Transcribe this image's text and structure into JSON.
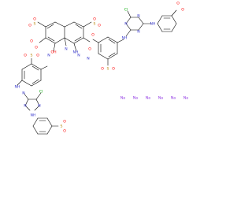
{
  "structure": {
    "colors": {
      "bond": "#000000",
      "oxygen": "#ff0000",
      "nitrogen": "#3333cc",
      "sulfur": "#b8860b",
      "chlorine": "#00aa00",
      "sodium": "#8a2be2"
    },
    "atom_labels": {
      "o1": "O",
      "o2": "O",
      "o3": "O",
      "o4": "O",
      "o5": "O",
      "o6": "O",
      "o7": "O",
      "o8": "O",
      "o9": "O",
      "o10": "O",
      "o11": "O",
      "o12": "O",
      "o13": "O",
      "o14": "O",
      "o15": "O",
      "o16": "O",
      "s1": "S",
      "s2": "S",
      "s3": "S",
      "s4": "S",
      "s5": "S",
      "n1": "N",
      "n2": "N",
      "n3": "N",
      "n4": "N",
      "n5": "N",
      "n6": "N",
      "n7": "N",
      "n8": "N",
      "n9": "N",
      "n10": "N",
      "nh1": "NH",
      "nh2": "NH",
      "nh3": "NH",
      "nh4": "NH",
      "cl1": "Cl",
      "cl2": "Cl",
      "oh1": "OH",
      "nh2a": "NH",
      "na1": "Na",
      "na2": "Na",
      "na3": "Na",
      "na4": "Na",
      "na5": "Na",
      "na6": "Na"
    }
  }
}
